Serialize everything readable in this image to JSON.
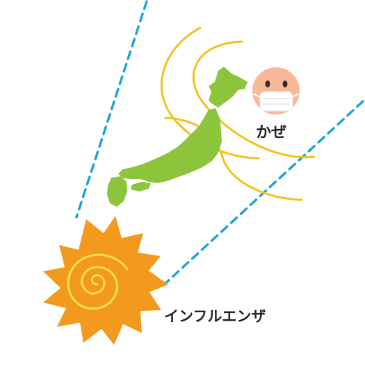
{
  "labels": {
    "cold": "かぜ",
    "influenza": "インフルエンザ"
  },
  "icons": {
    "virus": "spiky-sun-virus-icon",
    "face": "masked-face-icon",
    "map": "japan-map"
  },
  "colors": {
    "virus_fill": "#f39a1e",
    "virus_spiral": "#f7e04a",
    "wind_lines": "#f2c21a",
    "map_fill": "#8cc43c",
    "dashed_lines": "#1ea3d8",
    "face_skin": "#f8b89a",
    "mask": "#ffffff",
    "eyes": "#3a2a20"
  }
}
